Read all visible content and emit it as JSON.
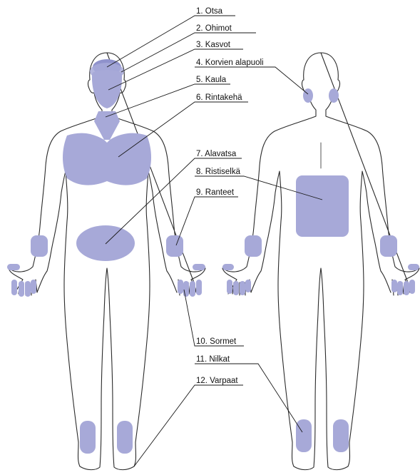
{
  "colors": {
    "highlight": "#a7a9d8",
    "highlight_dark": "#8f92cc",
    "outline": "#2a2a2a",
    "leader": "#1a1a1a",
    "background": "#ffffff"
  },
  "labels": [
    {
      "id": "otsa",
      "text": "1. Otsa"
    },
    {
      "id": "ohimot",
      "text": "2. Ohimot"
    },
    {
      "id": "kasvot",
      "text": "3. Kasvot"
    },
    {
      "id": "korvien-alapuoli",
      "text": "4. Korvien alapuoli"
    },
    {
      "id": "kaula",
      "text": "5. Kaula"
    },
    {
      "id": "rintakeha",
      "text": "6. Rintakehä"
    },
    {
      "id": "alavatsa",
      "text": "7. Alavatsa"
    },
    {
      "id": "ristiselka",
      "text": "8. Ristiselkä"
    },
    {
      "id": "ranteet",
      "text": "9. Ranteet"
    },
    {
      "id": "sormet",
      "text": "10. Sormet"
    },
    {
      "id": "nilkat",
      "text": "11. Nilkat"
    },
    {
      "id": "varpaat",
      "text": "12. Varpaat"
    }
  ]
}
